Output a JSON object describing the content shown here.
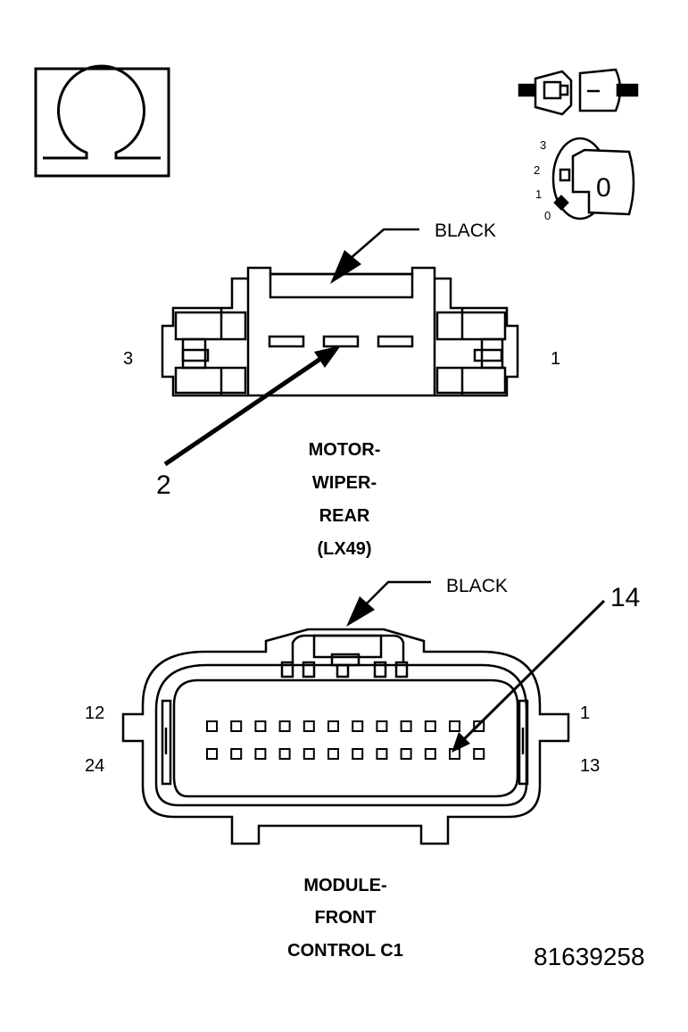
{
  "colors": {
    "ink": "#000000",
    "paper": "#ffffff"
  },
  "icons": {
    "ohmmeter": "omega-icon",
    "connector_unplugged": "unplugged-connector-icon",
    "ignition": "ignition-key-icon"
  },
  "ignition": {
    "positions": [
      "3",
      "2",
      "1",
      "0"
    ],
    "key_label": "0"
  },
  "connector_top": {
    "color_label": "BLACK",
    "pin_left": "3",
    "pin_right": "1",
    "callout_pin": "2",
    "name_lines": [
      "MOTOR-",
      "WIPER-",
      "REAR",
      "(LX49)"
    ]
  },
  "connector_bottom": {
    "color_label": "BLACK",
    "callout_pin": "14",
    "pin_top_left": "12",
    "pin_bottom_left": "24",
    "pin_top_right": "1",
    "pin_bottom_right": "13",
    "name_lines": [
      "MODULE-",
      "FRONT",
      "CONTROL C1"
    ]
  },
  "figure_id": "81639258"
}
